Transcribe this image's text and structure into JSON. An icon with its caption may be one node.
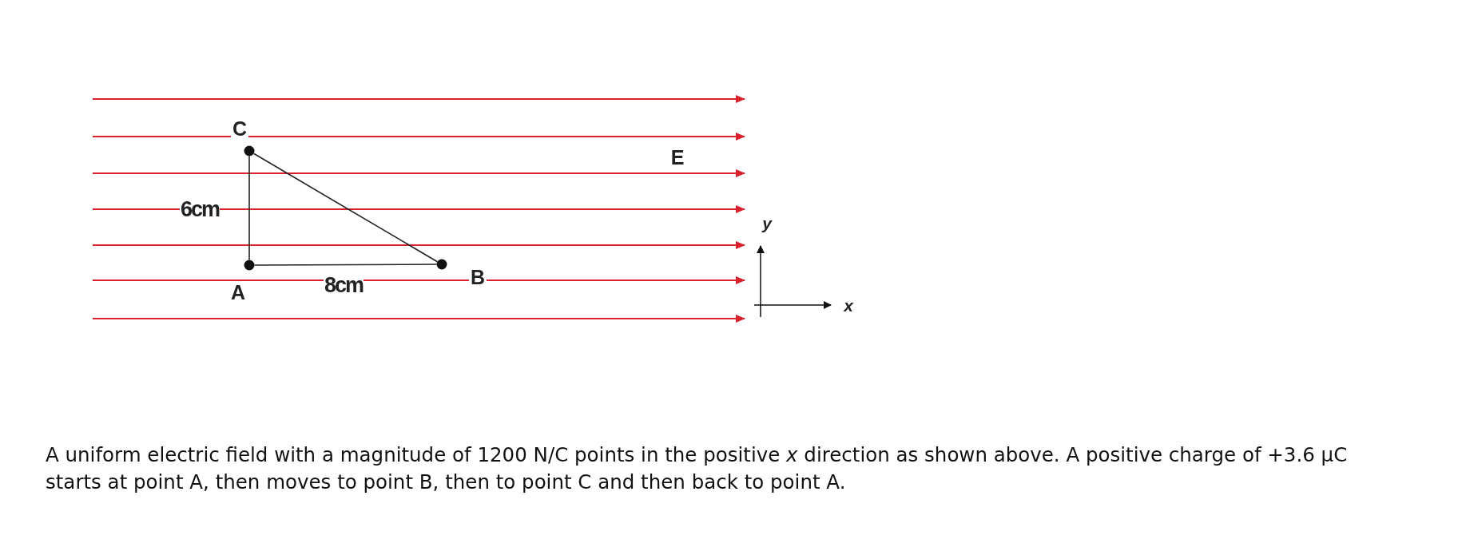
{
  "diagram": {
    "caption": "A uniform electric field with a magnitude of 1200 N/C points in the positive *x* direction as shown above. A positive charge of +3.6 μC starts at point A, then moves to point B, then to point C and then back to point A.",
    "nodes": [
      {
        "text": [],
        "shape": "circle"
      },
      {
        "text": [],
        "shape": "circle"
      },
      {
        "text": [],
        "shape": "circle"
      }
    ],
    "edges": [
      {
        "from": 0,
        "to": 1,
        "arrow": "none",
        "label": "6cm"
      },
      {
        "from": 1,
        "to": 2,
        "arrow": "none",
        "label": "8cm"
      },
      {
        "from": 2,
        "to": 0,
        "arrow": "none"
      }
    ],
    "labels": [
      "C",
      "E",
      "y",
      "B",
      "A",
      "x"
    ]
  }
}
